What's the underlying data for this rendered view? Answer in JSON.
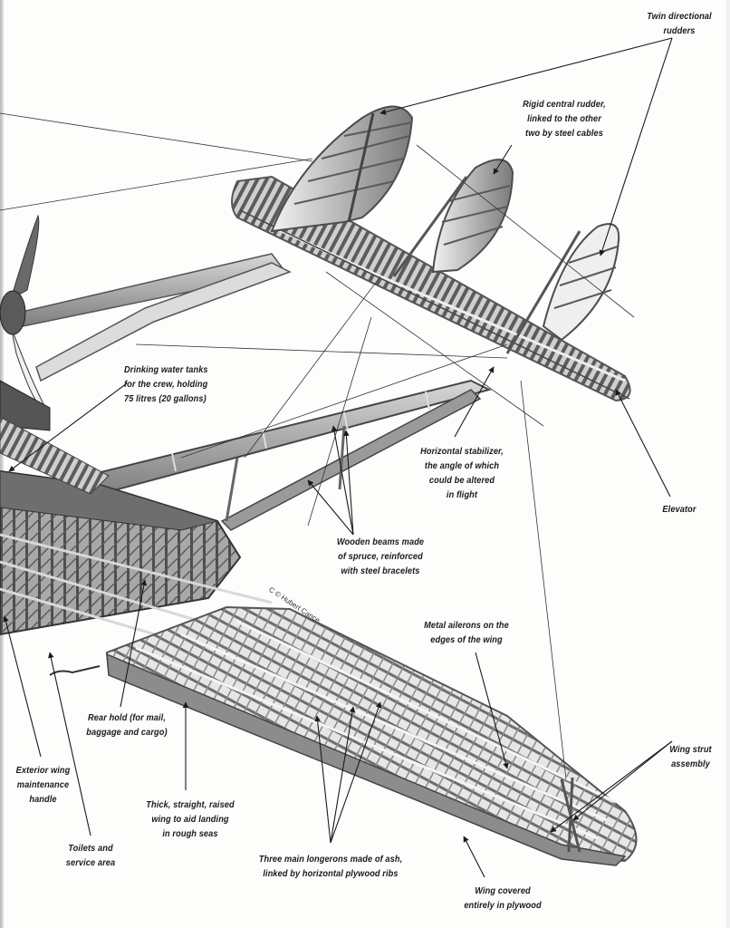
{
  "figure": {
    "subject": "Flying boat cutaway (tail unit, tail booms and wing structure)",
    "credit": "C © Hubert Cance."
  },
  "callouts": [
    {
      "id": "twin-rudders",
      "text": "Twin directional\nrudders"
    },
    {
      "id": "central-rudder",
      "text": "Rigid central rudder,\nlinked to the other\ntwo by steel cables"
    },
    {
      "id": "water-tanks",
      "text": "Drinking water tanks\nfor the crew, holding\n75 litres (20 gallons)"
    },
    {
      "id": "horizontal-stabilizer",
      "text": "Horizontal stabilizer,\nthe angle of which\ncould be altered\nin flight"
    },
    {
      "id": "elevator",
      "text": "Elevator"
    },
    {
      "id": "wooden-beams",
      "text": "Wooden beams made\nof spruce, reinforced\nwith steel bracelets"
    },
    {
      "id": "metal-ailerons",
      "text": "Metal ailerons on the\nedges of the wing"
    },
    {
      "id": "rear-hold",
      "text": "Rear hold (for mail,\nbaggage and cargo)"
    },
    {
      "id": "wing-handle",
      "text": "Exterior wing\nmaintenance\nhandle"
    },
    {
      "id": "thick-wing",
      "text": "Thick, straight, raised\nwing to aid landing\nin rough seas"
    },
    {
      "id": "toilets",
      "text": "Toilets and\nservice area"
    },
    {
      "id": "longerons",
      "text": "Three main longerons made of ash,\nlinked by horizontal plywood ribs"
    },
    {
      "id": "wing-strut",
      "text": "Wing strut\nassembly"
    },
    {
      "id": "plywood-cover",
      "text": "Wing covered\nentirely in plywood"
    }
  ],
  "colors": {
    "ink": "#1a1a1a",
    "frame": "#6a6a6a",
    "panel": "#8c8c8c",
    "panel_light": "#c9c9c9",
    "paper": "#fdfdfc"
  }
}
